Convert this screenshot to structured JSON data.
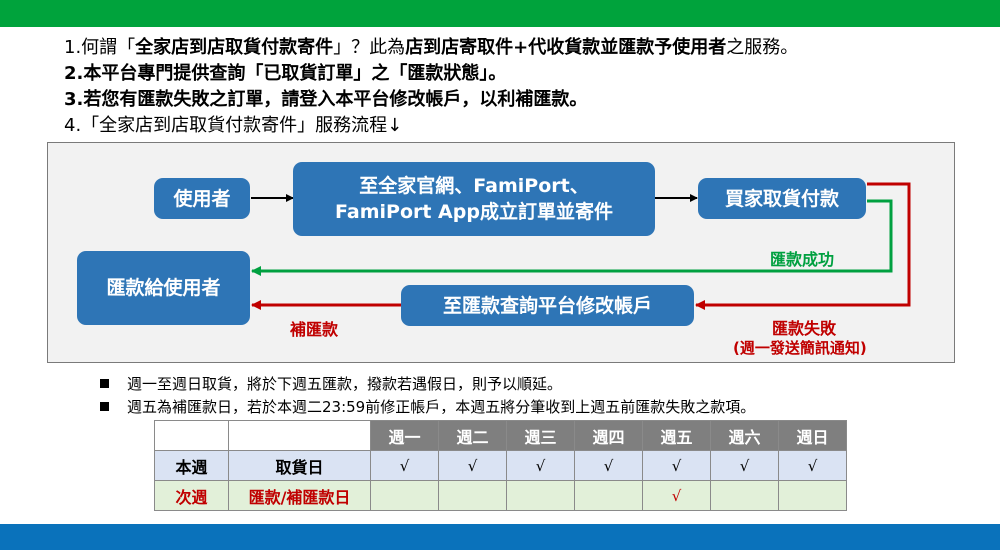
{
  "intro": {
    "l1": {
      "a": "1.何謂「",
      "b": "全家店到店取貨付款寄件",
      "c": "」？此為",
      "d": "店到店寄取件+代收貨款並匯款予使用者",
      "e": "之服務。"
    },
    "l2": "2.本平台專門提供查詢「已取貨訂單」之「匯款狀態」。",
    "l3": "3.若您有匯款失敗之訂單，請登入本平台修改帳戶，以利補匯款。",
    "l4": "4.「全家店到店取貨付款寄件」服務流程↓"
  },
  "flow": {
    "user": "使用者",
    "create_line1": "至全家官網、FamiPort、",
    "create_line2": "FamiPort App成立訂單並寄件",
    "buyer": "買家取貨付款",
    "remit_to_user": "匯款給使用者",
    "modify_account": "至匯款查詢平台修改帳戶",
    "label_success": "匯款成功",
    "label_supplement": "補匯款",
    "label_fail": "匯款失敗",
    "label_fail_note": "(週一發送簡訊通知)"
  },
  "notes": [
    "週一至週日取貨，將於下週五匯款，撥款若遇假日，則予以順延。",
    "週五為補匯款日，若於本週二23:59前修正帳戶，本週五將分筆收到上週五前匯款失敗之款項。"
  ],
  "table": {
    "days": [
      "週一",
      "週二",
      "週三",
      "週四",
      "週五",
      "週六",
      "週日"
    ],
    "rows": [
      {
        "week": "本週",
        "item": "取貨日",
        "marks": [
          "√",
          "√",
          "√",
          "√",
          "√",
          "√",
          "√"
        ]
      },
      {
        "week": "次週",
        "item": "匯款/補匯款日",
        "marks": [
          "",
          "",
          "",
          "",
          "√",
          "",
          ""
        ]
      }
    ]
  },
  "colors": {
    "top_bar": "#00a33c",
    "bottom_bar": "#0a72bb",
    "node_blue": "#2e75b6",
    "success_green": "#00a040",
    "fail_red": "#c00000"
  }
}
